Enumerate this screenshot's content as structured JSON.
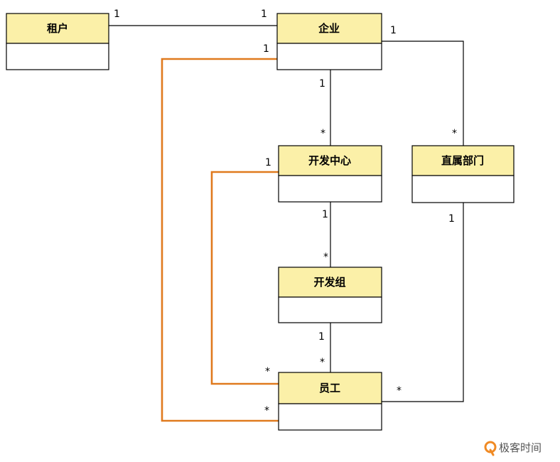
{
  "colors": {
    "class_header": "#fbf0a8",
    "orange_line": "#e07a1e",
    "black_line": "#000000"
  },
  "classes": {
    "tenant": "租户",
    "enterprise": "企业",
    "dev_center": "开发中心",
    "direct_dept": "直属部门",
    "dev_group": "开发组",
    "employee": "员工"
  },
  "associations": [
    {
      "name": "tenant-enterprise",
      "from": "tenant",
      "to": "enterprise",
      "from_mult": "1",
      "to_mult": "1",
      "highlight": false
    },
    {
      "name": "enterprise-dev-center",
      "from": "enterprise",
      "to": "dev_center",
      "from_mult": "1",
      "to_mult": "*",
      "highlight": false
    },
    {
      "name": "enterprise-direct-dept",
      "from": "enterprise",
      "to": "direct_dept",
      "from_mult": "1",
      "to_mult": "*",
      "highlight": false
    },
    {
      "name": "dev-center-dev-group",
      "from": "dev_center",
      "to": "dev_group",
      "from_mult": "1",
      "to_mult": "*",
      "highlight": false
    },
    {
      "name": "dev-group-employee",
      "from": "dev_group",
      "to": "employee",
      "from_mult": "1",
      "to_mult": "*",
      "highlight": false
    },
    {
      "name": "direct-dept-employee",
      "from": "direct_dept",
      "to": "employee",
      "from_mult": "1",
      "to_mult": "*",
      "highlight": false
    },
    {
      "name": "dev-center-employee",
      "from": "dev_center",
      "to": "employee",
      "from_mult": "1",
      "to_mult": "*",
      "highlight": true
    },
    {
      "name": "enterprise-employee",
      "from": "enterprise",
      "to": "employee",
      "from_mult": "1",
      "to_mult": "*",
      "highlight": true
    }
  ],
  "brand": {
    "icon": "geekbang-logo-icon",
    "text": "极客时间"
  }
}
